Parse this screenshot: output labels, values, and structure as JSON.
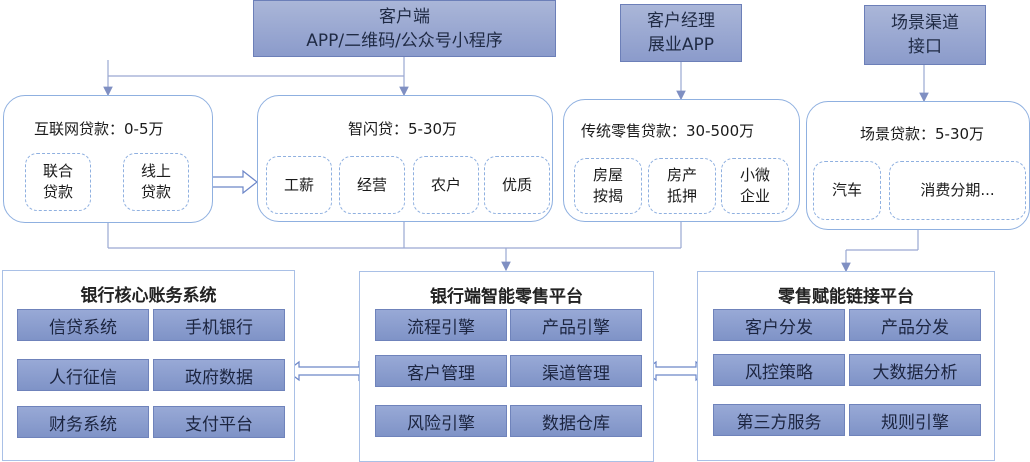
{
  "sources": {
    "client": {
      "line1": "客户端",
      "line2": "APP/二维码/公众号小程序"
    },
    "manager": {
      "line1": "客户经理",
      "line2": "展业APP"
    },
    "scene": {
      "line1": "场景渠道",
      "line2": "接口"
    }
  },
  "loan_groups": {
    "internet": {
      "title": "互联网贷款：0-5万",
      "items": [
        [
          "联合",
          "贷款"
        ],
        [
          "线上",
          "贷款"
        ]
      ]
    },
    "zhishan": {
      "title": "智闪贷：5-30万",
      "items": [
        "工薪",
        "经营",
        "农户",
        "优质"
      ]
    },
    "traditional": {
      "title": "传统零售贷款：30-500万",
      "items": [
        [
          "房屋",
          "按揭"
        ],
        [
          "房产",
          "抵押"
        ],
        [
          "小微",
          "企业"
        ]
      ]
    },
    "scene": {
      "title": "场景贷款：5-30万",
      "items": [
        "汽车",
        "消费分期..."
      ]
    }
  },
  "platforms": {
    "core": {
      "title": "银行核心账务系统",
      "tiles": [
        "信贷系统",
        "手机银行",
        "人行征信",
        "政府数据",
        "财务系统",
        "支付平台"
      ]
    },
    "smart": {
      "title": "银行端智能零售平台",
      "tiles": [
        "流程引擎",
        "产品引擎",
        "客户管理",
        "渠道管理",
        "风险引擎",
        "数据仓库"
      ]
    },
    "enable": {
      "title": "零售赋能链接平台",
      "tiles": [
        "客户分发",
        "产品分发",
        "风控策略",
        "大数据分析",
        "第三方服务",
        "规则引擎"
      ]
    }
  },
  "colors": {
    "tile": "#8b9bcb",
    "border": "#8fb0e0",
    "connector": "#8a9ac8"
  }
}
